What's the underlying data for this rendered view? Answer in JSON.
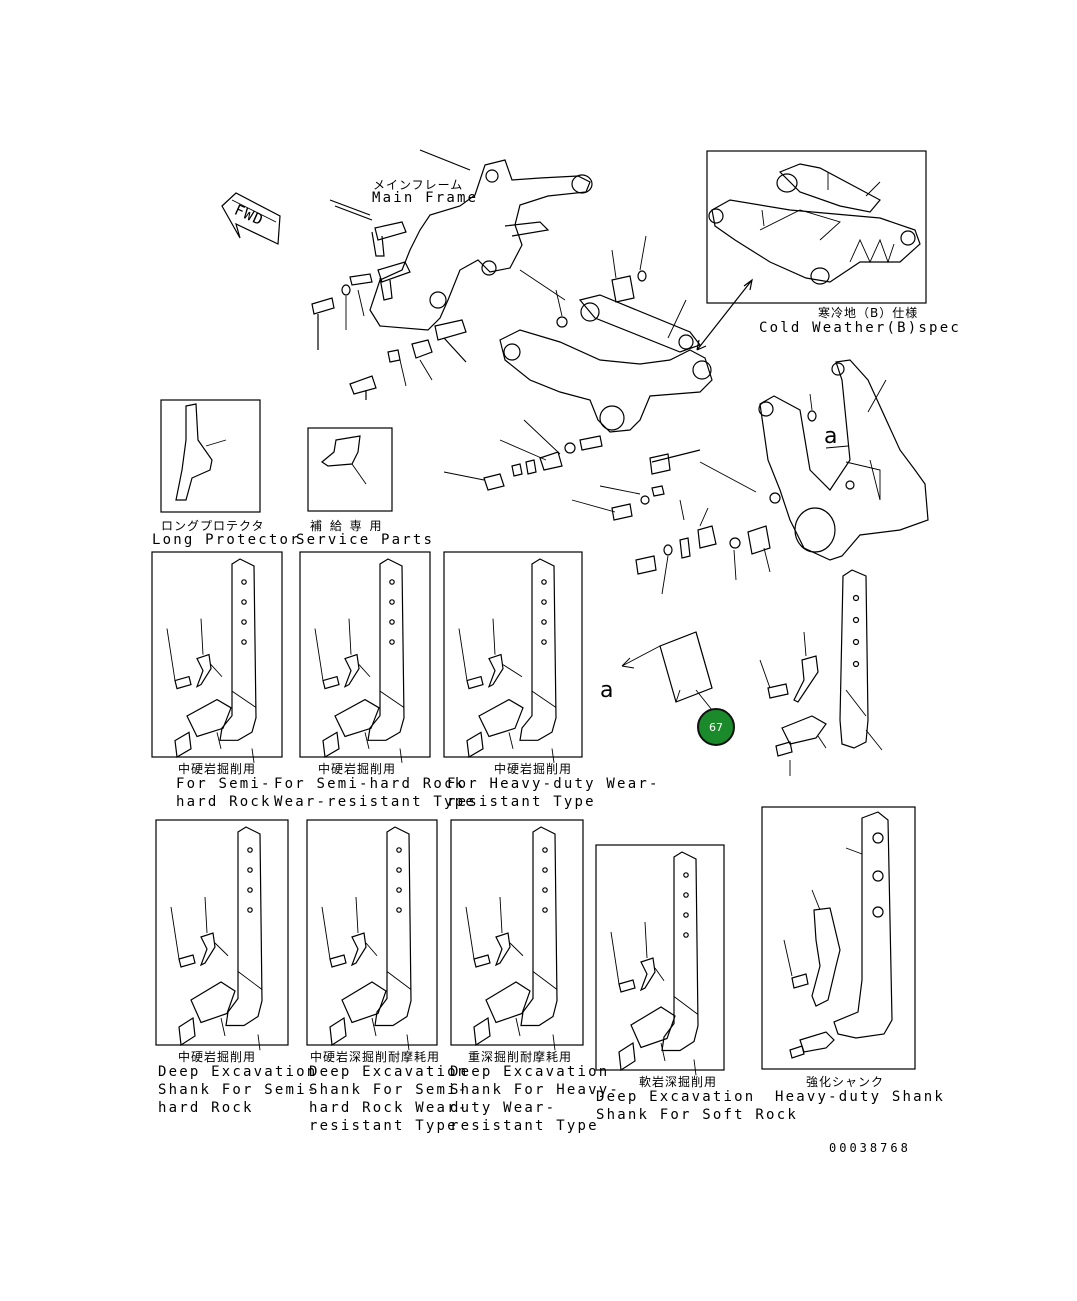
{
  "callout": {
    "number": "67",
    "color": "#1a8a2a"
  },
  "reference_letter_a_detail": "a",
  "reference_letter_a_view": "a",
  "fwd_label": "FWD",
  "main_frame": {
    "jp": "メインフレーム",
    "en": "Main Frame"
  },
  "cold_weather": {
    "jp": "寒冷地（B）仕様",
    "en": "Cold Weather(B)spec"
  },
  "long_protector": {
    "jp": "ロングプロテクタ",
    "en": "Long Protector"
  },
  "service_parts": {
    "jp": "補 給 専 用",
    "en": "Service Parts"
  },
  "shanks_row1": [
    {
      "jp": "中硬岩掘削用",
      "en1": "For Semi-",
      "en2": "hard Rock"
    },
    {
      "jp": "中硬岩掘削用",
      "en1": "For Semi-hard Rock",
      "en2": "Wear-resistant Type"
    },
    {
      "jp": "中硬岩掘削用",
      "en1": "For Heavy-duty Wear-",
      "en2": "resistant Type"
    }
  ],
  "shanks_row2": [
    {
      "jp": "中硬岩掘削用",
      "en1": "Deep Excavation",
      "en2": "Shank For Semi-",
      "en3": "hard Rock",
      "en4": ""
    },
    {
      "jp": "中硬岩深掘削耐摩耗用",
      "en1": "Deep Excavation",
      "en2": "Shank For Semi-",
      "en3": "hard Rock Wear-",
      "en4": "resistant Type"
    },
    {
      "jp": "重深掘削耐摩耗用",
      "en1": "Deep Excavation",
      "en2": "Shank For Heavy-",
      "en3": "duty Wear-",
      "en4": "resistant Type"
    },
    {
      "jp": "軟岩深掘削用",
      "en1": "Deep Excavation",
      "en2": "Shank For Soft Rock",
      "en3": "",
      "en4": ""
    },
    {
      "jp": "強化シャンク",
      "en1": "Heavy-duty Shank",
      "en2": "",
      "en3": "",
      "en4": ""
    }
  ],
  "drawing_number": "00038768"
}
